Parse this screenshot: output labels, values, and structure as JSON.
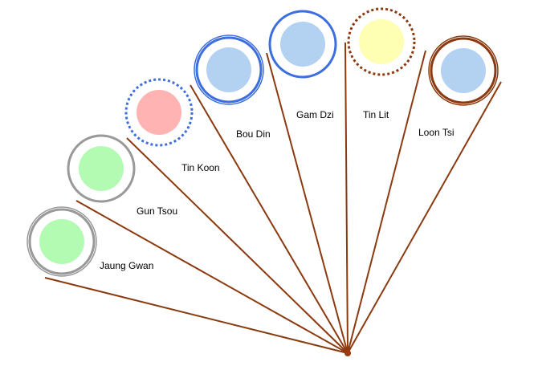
{
  "diagram": {
    "line_color": "#8b3a0f",
    "hub_color": "#a0380a",
    "items": [
      {
        "label": "Jaung Gwan",
        "fill": "#b3fbb3",
        "ring_color": "#999999",
        "ring_style": "double"
      },
      {
        "label": "Gun Tsou",
        "fill": "#b3fbb3",
        "ring_color": "#999999",
        "ring_style": "solid"
      },
      {
        "label": "Tin Koon",
        "fill": "#ffb3b3",
        "ring_color": "#3d6ee0",
        "ring_style": "dotted"
      },
      {
        "label": "Bou Din",
        "fill": "#b3d1f0",
        "ring_color": "#3d6ee0",
        "ring_style": "double"
      },
      {
        "label": "Gam Dzi",
        "fill": "#b3d1f0",
        "ring_color": "#3d6ee0",
        "ring_style": "solid"
      },
      {
        "label": "Tin Lit",
        "fill": "#ffffb3",
        "ring_color": "#8b3a0f",
        "ring_style": "dotted"
      },
      {
        "label": "Loon Tsi",
        "fill": "#b3d1f0",
        "ring_color": "#8b3a0f",
        "ring_style": "double"
      }
    ]
  }
}
